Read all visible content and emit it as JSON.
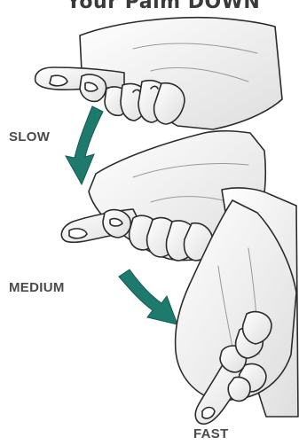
{
  "title": "Your Palm DOWN",
  "labels": {
    "slow": "SLOW",
    "medium": "MEDIUM",
    "fast": "FAST"
  },
  "colors": {
    "arrow": "#1f7a6e",
    "arrow_dark": "#145a50",
    "skin": "#f2f2f2",
    "outline": "#2c2c2c",
    "label_text": "#4a4a4a"
  },
  "icons": {
    "hand_1": "hand-pinch-icon",
    "hand_2": "hand-pinch-icon",
    "hand_3": "hand-pinch-icon",
    "arrow_1": "arrow-down-icon",
    "arrow_2": "arrow-down-right-icon"
  }
}
